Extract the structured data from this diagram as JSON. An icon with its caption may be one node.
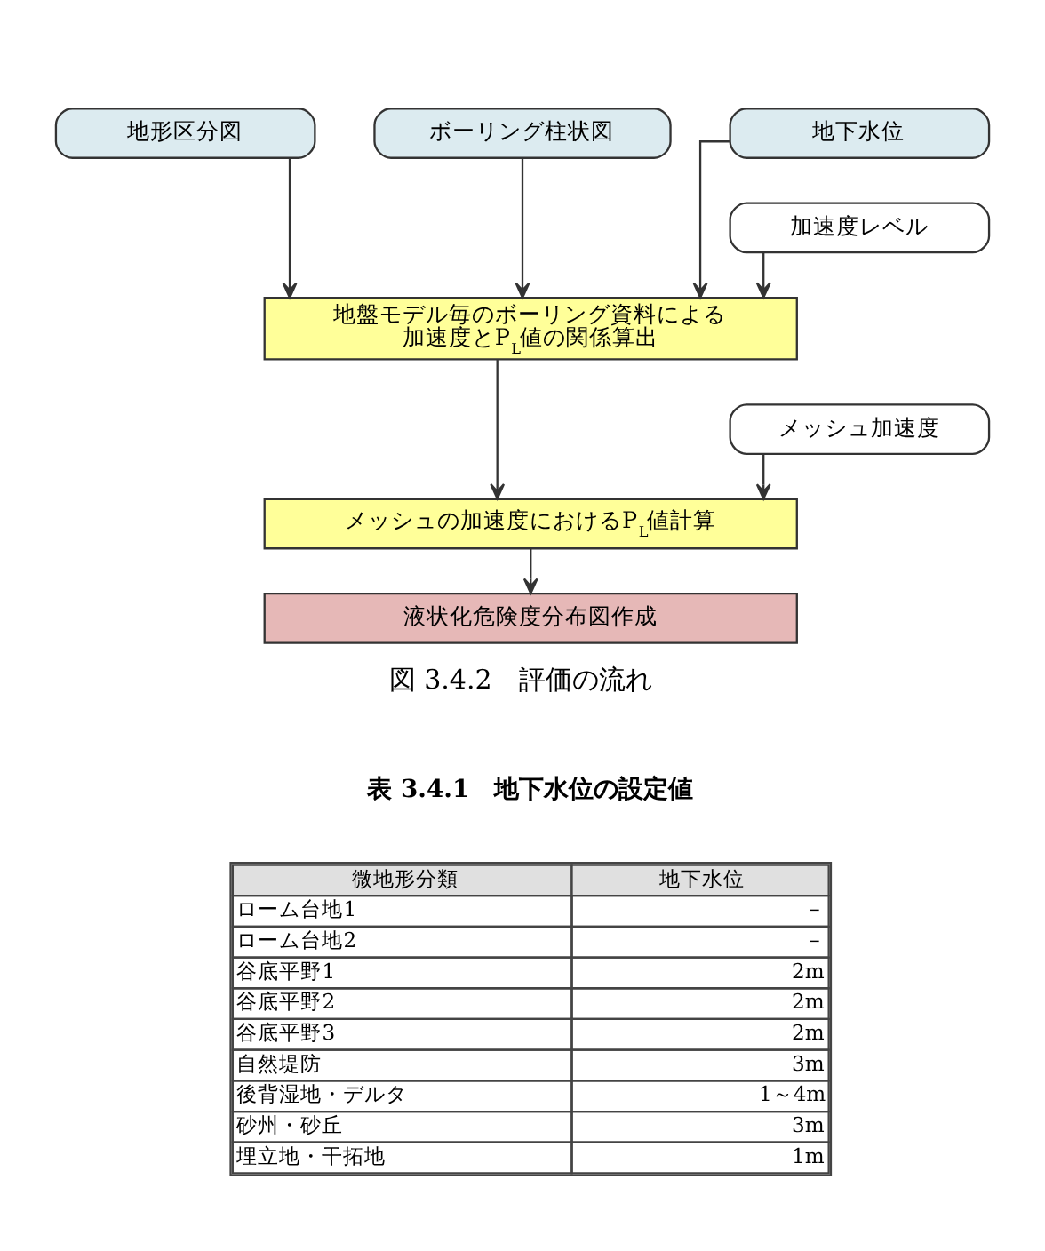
{
  "diagram": {
    "caption": "図 3.4.2　評価の流れ",
    "nodes": [
      {
        "text": [
          "地形区分図"
        ]
      },
      {
        "text": [
          "ボーリング柱状図"
        ]
      },
      {
        "text": [
          "地下水位"
        ]
      },
      {
        "text": [
          "加速度レベル"
        ]
      },
      {
        "text": [
          "地盤モデル毎のボーリング資料による加速度とP$_{L}$値の関係算出"
        ]
      },
      {
        "text": [
          "メッシュ加速度"
        ]
      },
      {
        "text": [
          "メッシュの加速度におけるP$_{L}$値計算"
        ]
      },
      {
        "text": [
          "液状化危険度分布図作成"
        ]
      }
    ],
    "edges": [
      {
        "from": 0,
        "to": 4,
        "arrow": "to"
      },
      {
        "from": 1,
        "to": 4,
        "arrow": "to"
      },
      {
        "from": 2,
        "to": 4,
        "arrow": "to"
      },
      {
        "from": 3,
        "to": 4,
        "arrow": "to"
      },
      {
        "from": 4,
        "to": 6,
        "arrow": "to"
      },
      {
        "from": 5,
        "to": 6,
        "arrow": "to"
      },
      {
        "from": 6,
        "to": 7,
        "arrow": "to"
      }
    ],
    "labels": [
      "表 3.4.1　地下水位の設定値",
      "微地形分類",
      "地下水位",
      "ローム台地1",
      "－",
      "ローム台地2",
      "－",
      "谷底平野1",
      "2m",
      "谷底平野2",
      "2m",
      "谷底平野3",
      "2m",
      "自然堤防",
      "3m",
      "後背湿地・デルタ",
      "1～4m",
      "砂州・砂丘",
      "3m",
      "埋立地・干拓地",
      "1m"
    ]
  }
}
